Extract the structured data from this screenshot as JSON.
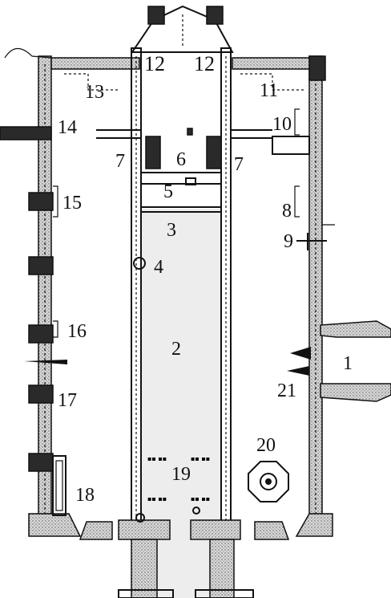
{
  "labels": {
    "l1": "1",
    "l2": "2",
    "l3": "3",
    "l4": "4",
    "l5": "5",
    "l6": "6",
    "l7a": "7",
    "l7b": "7",
    "l8": "8",
    "l9": "9",
    "l10": "10",
    "l11": "11",
    "l12a": "12",
    "l12b": "12",
    "l13": "13",
    "l14": "14",
    "l15": "15",
    "l16": "16",
    "l17": "17",
    "l18": "18",
    "l19": "19",
    "l20": "20",
    "l21": "21"
  }
}
